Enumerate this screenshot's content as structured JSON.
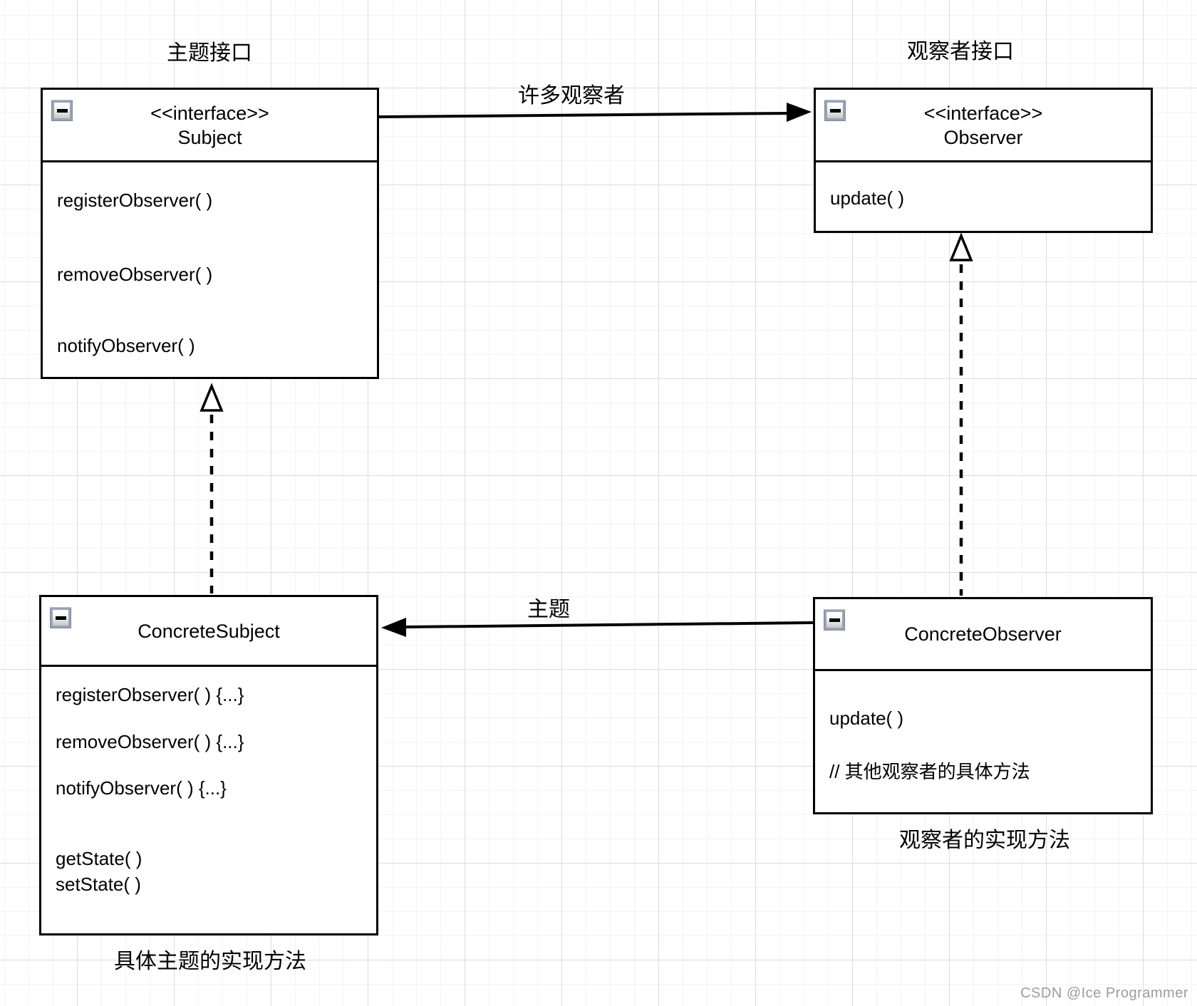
{
  "colors": {
    "line": "#000000",
    "collapse_icon_frame": "#9aa3b5",
    "watermark_text": "#9c9c9c"
  },
  "labels": {
    "subject_interface": "主题接口",
    "observer_interface": "观察者接口",
    "concrete_subject_caption": "具体主题的实现方法",
    "concrete_observer_caption": "观察者的实现方法"
  },
  "edges": {
    "many_observers_label": "许多观察者",
    "subject_label": "主题"
  },
  "boxes": {
    "subject": {
      "stereotype": "<<interface>>",
      "name": "Subject",
      "methods": [
        "registerObserver( )",
        "removeObserver( )",
        "notifyObserver( )"
      ]
    },
    "observer": {
      "stereotype": "<<interface>>",
      "name": "Observer",
      "methods": [
        "update( )"
      ]
    },
    "concrete_subject": {
      "name": "ConcreteSubject",
      "methods": [
        "registerObserver( ) {...}",
        "removeObserver( ) {...}",
        "notifyObserver( ) {...}",
        "getState( )",
        "setState( )"
      ]
    },
    "concrete_observer": {
      "name": "ConcreteObserver",
      "methods": [
        "update( )",
        "// 其他观察者的具体方法"
      ]
    }
  },
  "watermark": "CSDN @Ice Programmer"
}
